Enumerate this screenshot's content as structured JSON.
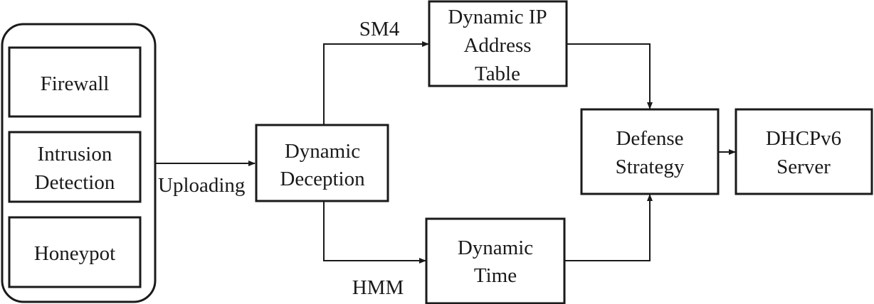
{
  "nodes": {
    "firewall": {
      "label": "Firewall"
    },
    "intrusion": {
      "line1": "Intrusion",
      "line2": "Detection"
    },
    "honeypot": {
      "label": "Honeypot"
    },
    "dynamic_deception": {
      "line1": "Dynamic",
      "line2": "Deception"
    },
    "dynamic_ip_table": {
      "line1": "Dynamic IP",
      "line2": "Address",
      "line3": "Table"
    },
    "dynamic_time": {
      "line1": "Dynamic",
      "line2": "Time"
    },
    "defense_strategy": {
      "line1": "Defense",
      "line2": "Strategy"
    },
    "dhcpv6_server": {
      "line1": "DHCPv6",
      "line2": "Server"
    }
  },
  "edges": {
    "uploading": {
      "label": "Uploading"
    },
    "sm4": {
      "label": "SM4"
    },
    "hmm": {
      "label": "HMM"
    }
  },
  "colors": {
    "stroke": "#1a1a1a",
    "background": "#ffffff"
  }
}
